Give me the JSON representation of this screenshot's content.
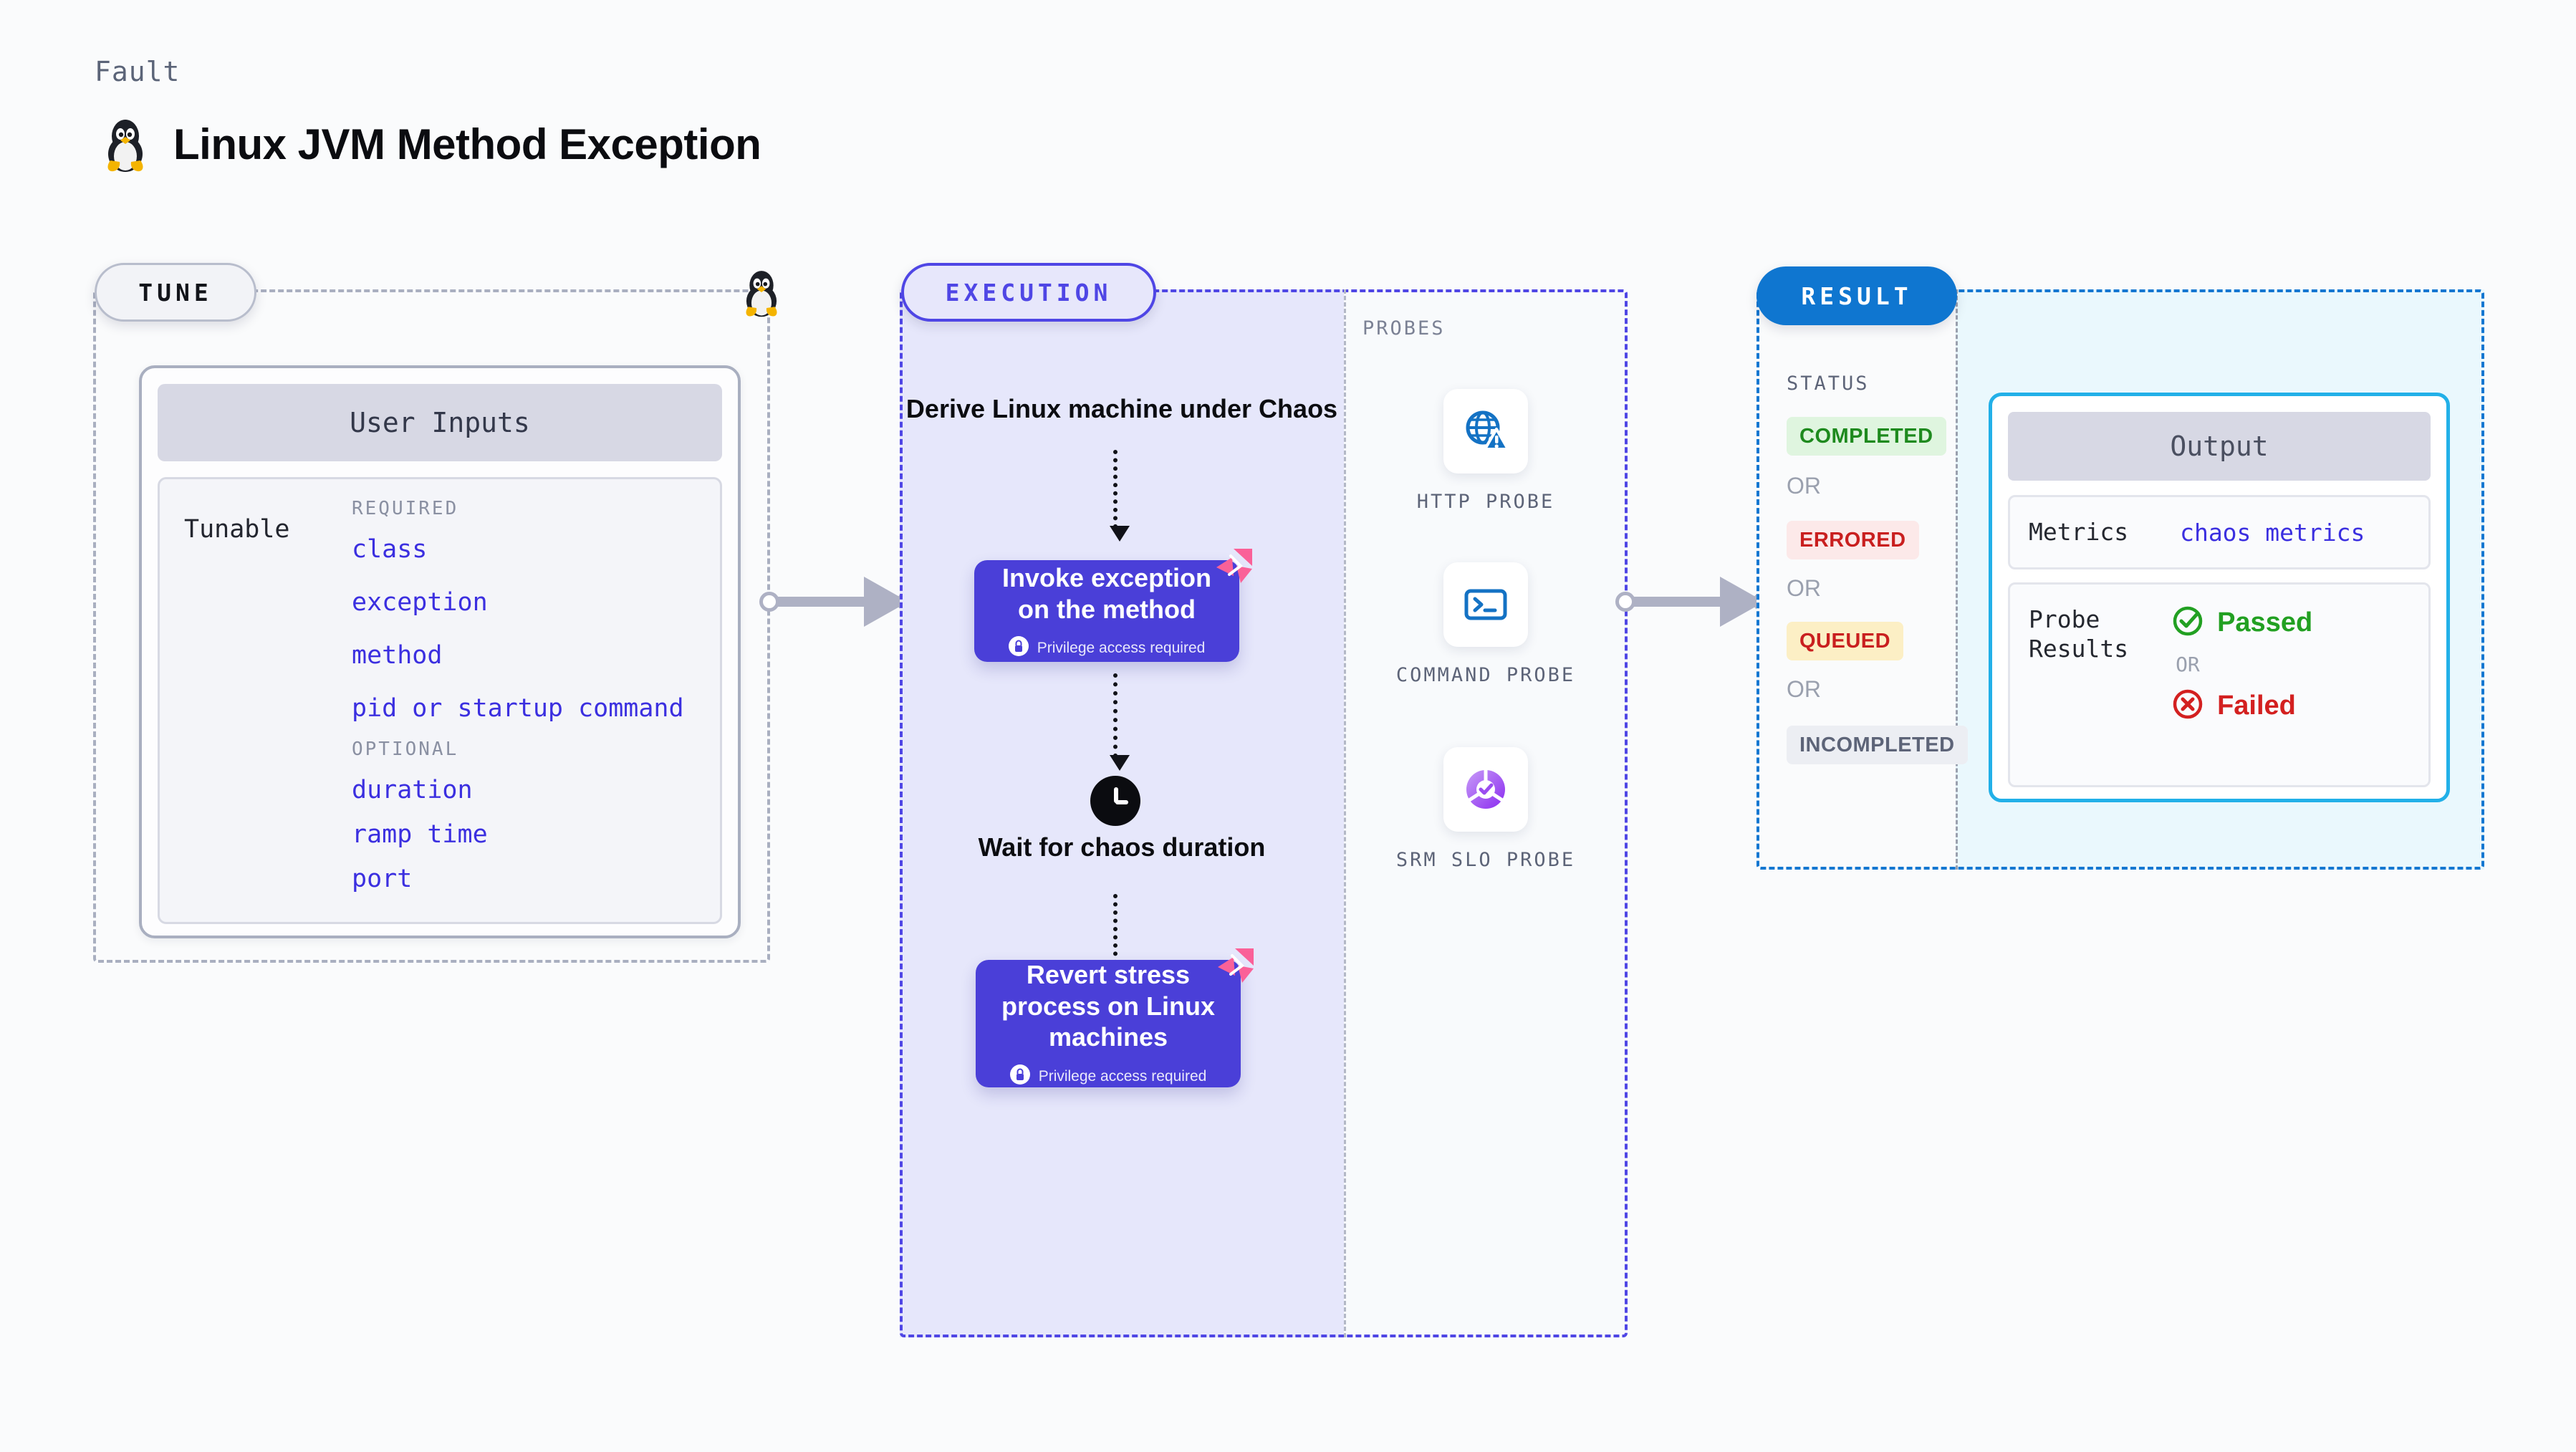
{
  "header": {
    "kicker": "Fault",
    "title": "Linux JVM Method Exception",
    "os_icon": "linux-tux-icon"
  },
  "tune": {
    "badge": "TUNE",
    "os_icon": "linux-tux-icon",
    "card_title": "User Inputs",
    "tunable_label": "Tunable",
    "groups": [
      {
        "name": "REQUIRED",
        "items": [
          "class",
          "exception",
          "method",
          "pid or startup command"
        ]
      },
      {
        "name": "OPTIONAL",
        "items": [
          "duration",
          "ramp time",
          "port"
        ]
      }
    ]
  },
  "execution": {
    "badge": "EXECUTION",
    "steps": [
      {
        "kind": "text",
        "label": "Derive Linux machine under Chaos"
      },
      {
        "kind": "card",
        "label": "Invoke exception on the method",
        "privilege": "Privilege access required",
        "privilege_icon": "lock-icon",
        "chaos_icon": "litmus-chaos-icon"
      },
      {
        "kind": "clock",
        "icon": "clock-icon",
        "label": "Wait for chaos duration"
      },
      {
        "kind": "card",
        "label": "Revert stress process on Linux machines",
        "privilege": "Privilege access required",
        "privilege_icon": "lock-icon",
        "chaos_icon": "litmus-chaos-icon"
      }
    ]
  },
  "probes": {
    "title": "PROBES",
    "items": [
      {
        "label": "HTTP PROBE",
        "icon": "globe-warning-icon"
      },
      {
        "label": "COMMAND PROBE",
        "icon": "terminal-icon"
      },
      {
        "label": "SRM SLO PROBE",
        "icon": "slo-donut-check-icon"
      }
    ]
  },
  "result": {
    "badge": "RESULT",
    "status_title": "STATUS",
    "or_label": "OR",
    "statuses": [
      {
        "label": "COMPLETED",
        "style": "completed"
      },
      {
        "label": "ERRORED",
        "style": "errored"
      },
      {
        "label": "QUEUED",
        "style": "queued"
      },
      {
        "label": "INCOMPLETED",
        "style": "incomplete"
      }
    ],
    "output": {
      "title": "Output",
      "metrics_label": "Metrics",
      "metrics_value": "chaos metrics",
      "probe_results_label": "Probe\nResults",
      "passed_label": "Passed",
      "passed_icon": "check-circle-icon",
      "failed_label": "Failed",
      "failed_icon": "x-circle-icon",
      "or_label": "OR"
    }
  },
  "colors": {
    "page_bg": "#fafbfc",
    "tune_border": "#a9afc0",
    "execution_accent": "#4f46e5",
    "execution_fill": "#e6e7fb",
    "execution_card": "#4a3fd8",
    "result_accent": "#1477d1",
    "result_fill": "#eaf8fd",
    "output_border": "#22b0e8",
    "tunable_value": "#3b2fe0",
    "chaos_pink": "#fa6198",
    "probe_blue": "#1472c4",
    "slo_purple": "#9b4df0",
    "passed_green": "#22a022",
    "failed_red": "#d32020"
  }
}
